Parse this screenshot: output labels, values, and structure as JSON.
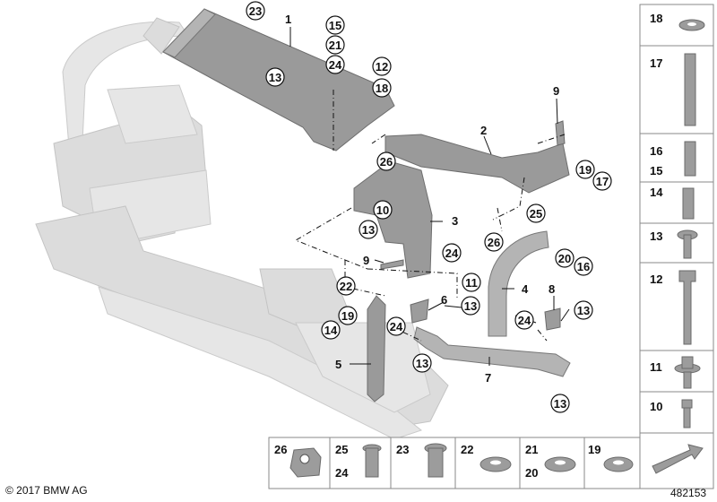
{
  "callouts": {
    "c1": "1",
    "c2": "2",
    "c3": "3",
    "c4": "4",
    "c5": "5",
    "c6": "6",
    "c7": "7",
    "c8": "8",
    "c9a": "9",
    "c9b": "9",
    "c10": "10",
    "c11": "11",
    "c12": "12",
    "c13a": "13",
    "c13b": "13",
    "c13c": "13",
    "c13d": "13",
    "c13e": "13",
    "c13f": "13",
    "c14": "14",
    "c15": "15",
    "c16": "16",
    "c17": "17",
    "c18": "18",
    "c19a": "19",
    "c19b": "19",
    "c20": "20",
    "c21": "21",
    "c22": "22",
    "c23": "23",
    "c24a": "24",
    "c24b": "24",
    "c24c": "24",
    "c24d": "24",
    "c25": "25",
    "c26a": "26",
    "c26b": "26"
  },
  "sidebar": {
    "items": [
      "18",
      "17",
      "16",
      "15",
      "14",
      "13",
      "12",
      "11",
      "10"
    ]
  },
  "bottom_row": {
    "items": [
      "26",
      "25",
      "24",
      "23",
      "22",
      "21",
      "20",
      "19"
    ]
  },
  "footer": {
    "copyright": "© 2017 BMW AG",
    "diagram_number": "482153"
  }
}
